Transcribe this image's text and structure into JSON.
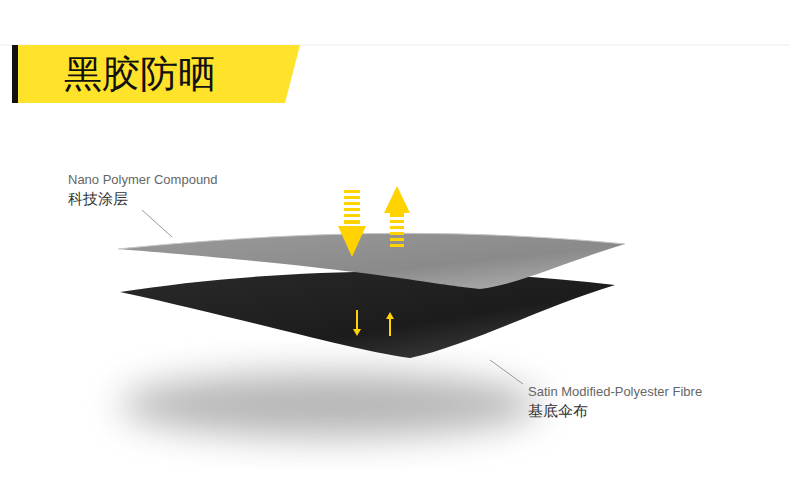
{
  "diagram": {
    "title": "黑胶防晒",
    "labels": [
      "Nano Polymer Compound",
      "科技涂层",
      "Satin Modified-Polyester Fibre",
      "基底伞布"
    ]
  }
}
